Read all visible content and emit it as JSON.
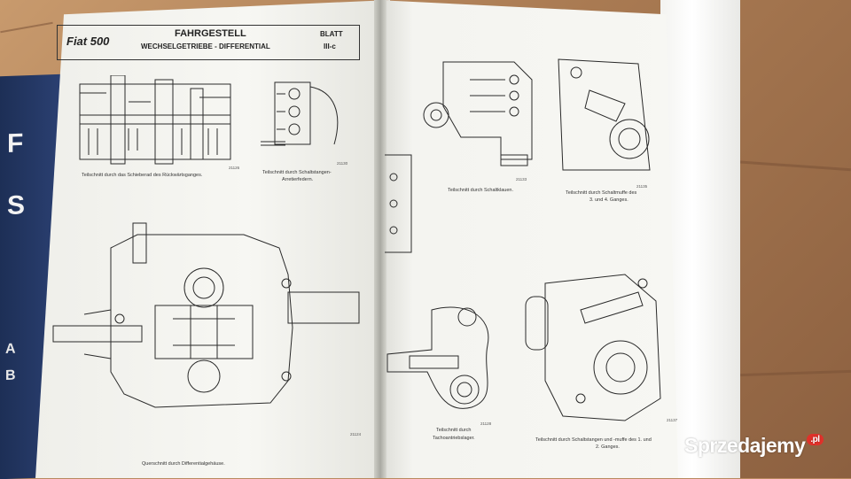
{
  "background": {
    "floor_color": "#b9895f",
    "paper_color": "#f6f6f2",
    "ink_color": "#2a2a2a"
  },
  "left_page": {
    "brand": "Fiat 500",
    "title": "FAHRGESTELL",
    "subtitle": "WECHSELGETRIEBE - DIFFERENTIAL",
    "sheet_label": "BLATT",
    "sheet_number": "III-c",
    "figures": [
      {
        "caption": "Teilschnitt durch das Schieberad des Rückwärtsganges.",
        "number": "21126"
      },
      {
        "caption_line1": "Teilschnitt durch Schaltstangen-",
        "caption_line2": "Arretierfedern.",
        "number": "21130"
      },
      {
        "caption": "Querschnitt durch Differentialgehäuse.",
        "number": "21124"
      }
    ]
  },
  "right_page": {
    "figures": [
      {
        "caption": "Teilschnitt durch Schaltklauen.",
        "number": "21133"
      },
      {
        "caption_line1": "Teilschnitt durch Schaltmuffe des",
        "caption_line2": "3. und 4. Ganges.",
        "number": "21135"
      },
      {
        "caption_line1": "Teilschnitt durch",
        "caption_line2": "Tachoantriebslager.",
        "number": "21128"
      },
      {
        "caption_line1": "Teilschnitt durch Schaltstangen und -muffe des 1. und",
        "caption_line2": "2. Ganges.",
        "number": "21137"
      }
    ]
  },
  "blue_book": {
    "letters": [
      "F",
      "S"
    ],
    "fragments": [
      "A",
      "B"
    ],
    "color": "#1d2f56"
  },
  "watermark": {
    "text": "Sprzedajemy",
    "badge": ".pl",
    "badge_color": "#e0312a"
  }
}
